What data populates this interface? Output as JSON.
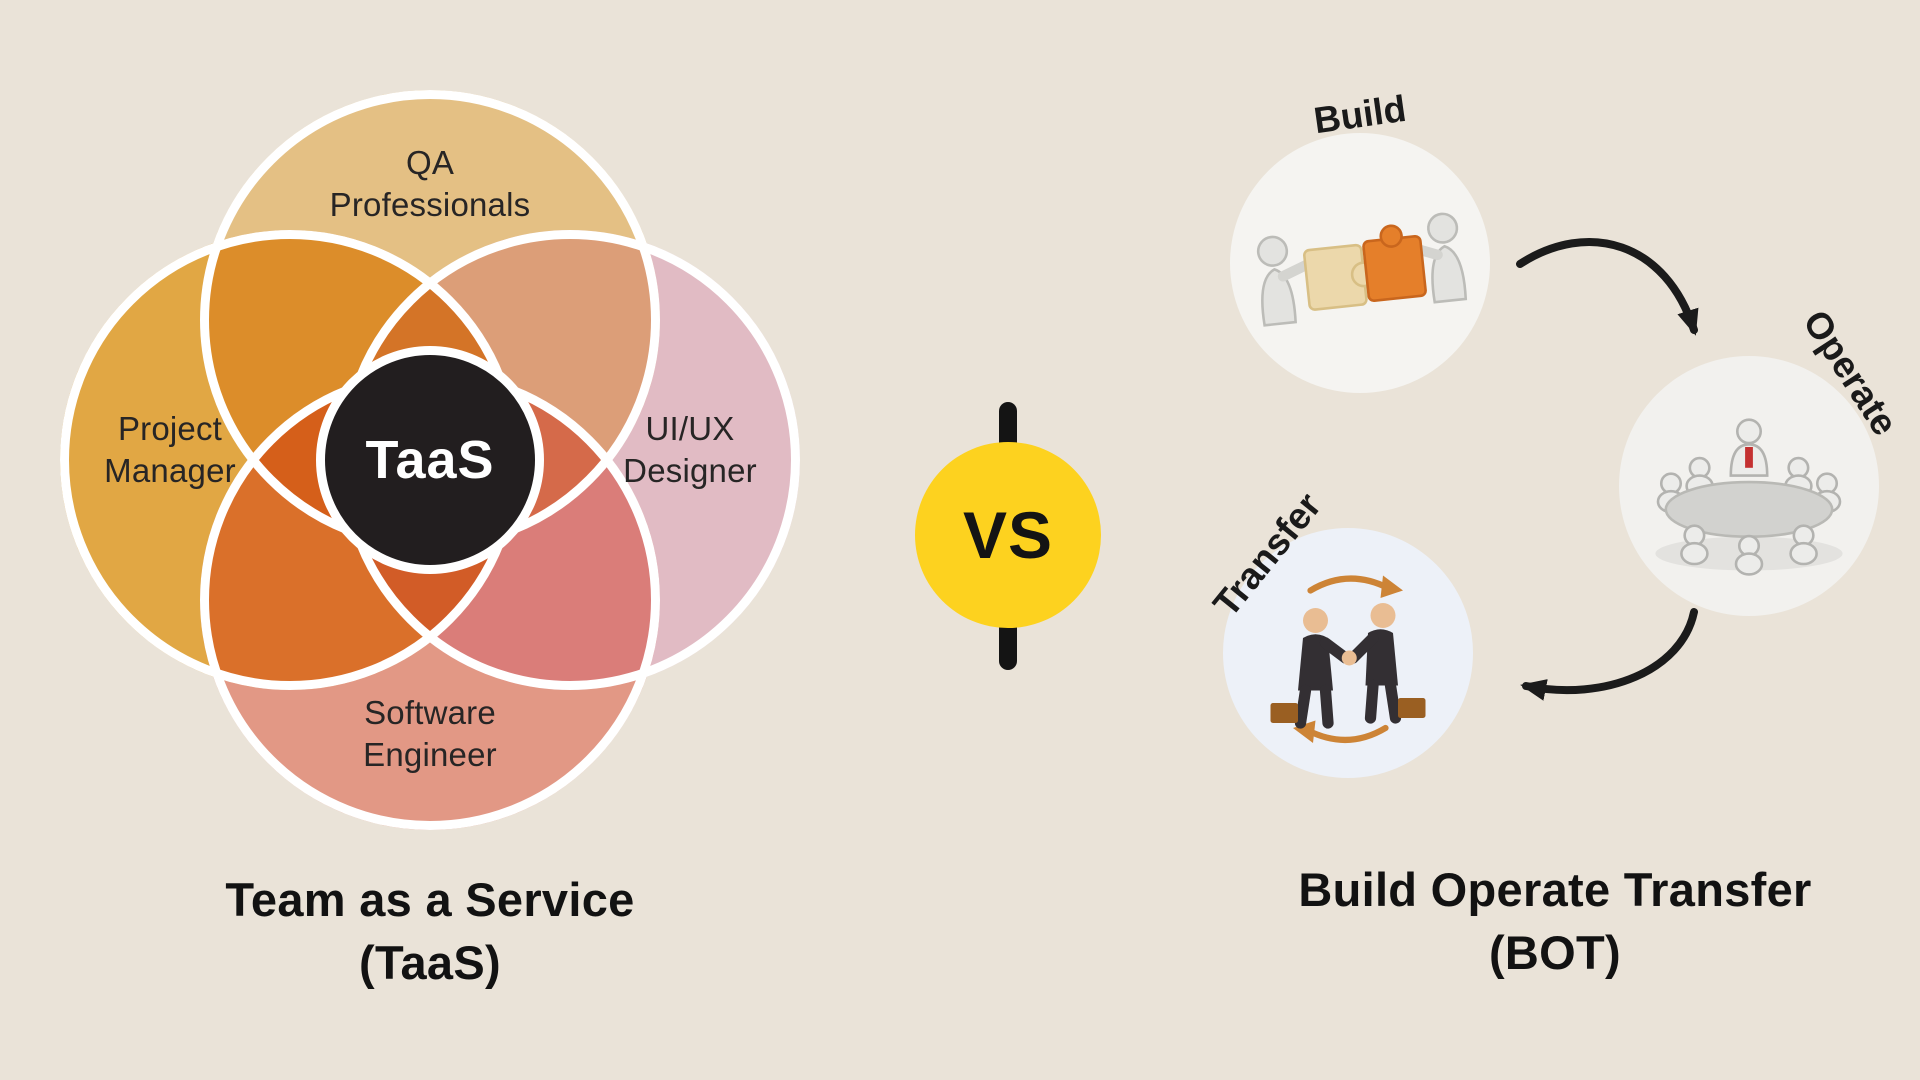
{
  "canvas": {
    "background_color": "#eae3d8"
  },
  "taas": {
    "title": "Team as a Service\n(TaaS)",
    "center_label": "TaaS",
    "center_color": "#221e1f",
    "circles": [
      {
        "label": "QA\nProfessionals",
        "color": "#f9d89c"
      },
      {
        "label": "Project\nManager",
        "color": "#f6bc50"
      },
      {
        "label": "UI/UX\nDesigner",
        "color": "#f6d2e8"
      },
      {
        "label": "Software\nEngineer",
        "color": "#f7ab9d"
      }
    ]
  },
  "vs": {
    "label": "VS",
    "badge_color": "#fdd21f",
    "bar_color": "#141414"
  },
  "bot": {
    "title": "Build Operate Transfer\n(BOT)",
    "steps": [
      {
        "label": "Build",
        "icon": "puzzle-teamwork-icon"
      },
      {
        "label": "Operate",
        "icon": "meeting-table-icon"
      },
      {
        "label": "Transfer",
        "icon": "handshake-icon"
      }
    ]
  }
}
